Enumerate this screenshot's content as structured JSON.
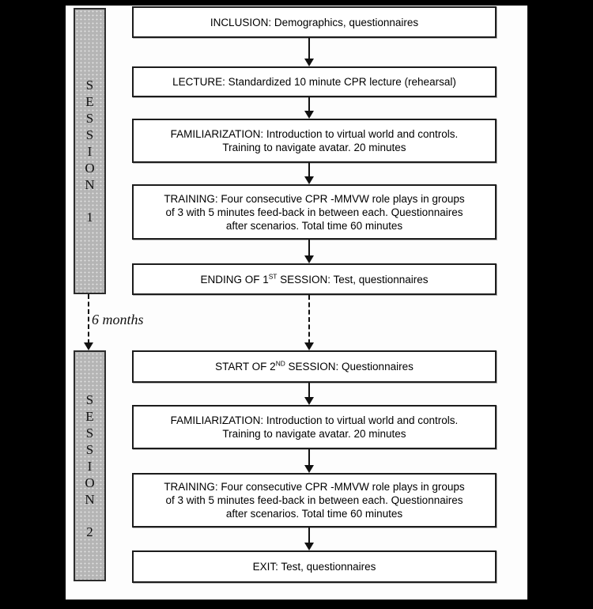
{
  "diagram": {
    "colors": {
      "background": "#000000",
      "paper": "#fdfdfd",
      "bar_fill": "#b5b5b5",
      "bar_dot": "#e2e2e2",
      "box_border": "#1c1c1c",
      "line": "#111111"
    },
    "session1": {
      "letters": [
        "S",
        "E",
        "S",
        "S",
        "I",
        "O",
        "N"
      ],
      "number": "1"
    },
    "session2": {
      "letters": [
        "S",
        "E",
        "S",
        "S",
        "I",
        "O",
        "N"
      ],
      "number": "2"
    },
    "interval_label": "6 months",
    "boxes": {
      "inclusion": {
        "lines": [
          "INCLUSION: Demographics, questionnaires"
        ]
      },
      "lecture": {
        "lines": [
          "LECTURE: Standardized 10 minute CPR lecture (rehearsal)"
        ]
      },
      "familiarization1": {
        "lines": [
          "FAMILIARIZATION: Introduction to virtual world and controls.",
          "Training to navigate avatar. 20 minutes"
        ]
      },
      "training1": {
        "lines": [
          "TRAINING: Four consecutive CPR -MMVW role plays in groups",
          "of 3 with 5 minutes feed-back in between each. Questionnaires",
          "after scenarios. Total time 60 minutes"
        ]
      },
      "ending1": {
        "pre": "ENDING OF 1",
        "sup": "ST",
        "post": " SESSION: Test, questionnaires"
      },
      "start2": {
        "pre": "START OF 2",
        "sup": "ND",
        "post": " SESSION: Questionnaires"
      },
      "familiarization2": {
        "lines": [
          "FAMILIARIZATION: Introduction to virtual world and controls.",
          "Training to navigate avatar. 20 minutes"
        ]
      },
      "training2": {
        "lines": [
          "TRAINING: Four consecutive CPR -MMVW role plays in groups",
          "of 3 with 5 minutes feed-back in between each. Questionnaires",
          "after scenarios. Total time 60 minutes"
        ]
      },
      "exit": {
        "lines": [
          "EXIT: Test, questionnaires"
        ]
      }
    }
  }
}
